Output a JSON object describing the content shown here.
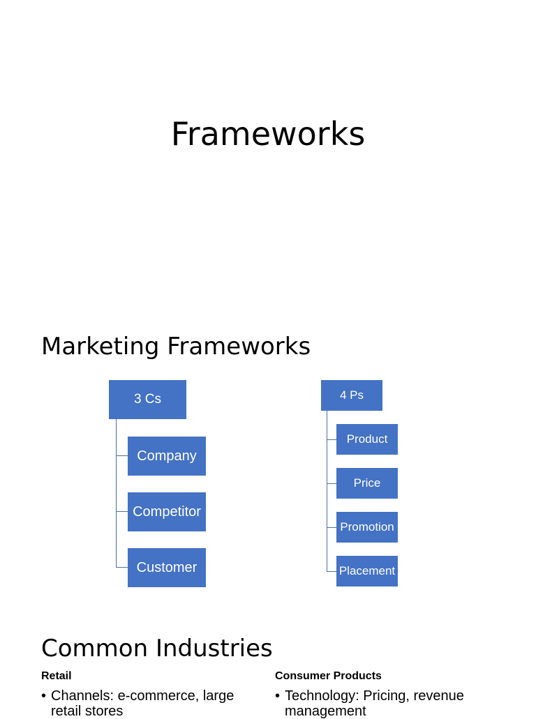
{
  "slide1": {
    "title": "Frameworks"
  },
  "slide2": {
    "title": "Marketing Frameworks",
    "three_cs": {
      "root": "3 Cs",
      "children": [
        "Company",
        "Competitor",
        "Customer"
      ]
    },
    "four_ps": {
      "root": "4 Ps",
      "children": [
        "Product",
        "Price",
        "Promotion",
        "Placement"
      ]
    },
    "box_color": "#4472c4"
  },
  "slide3": {
    "title": "Common Industries",
    "columns": [
      {
        "heading": "Retail",
        "bullets": [
          "Channels: e-commerce, large retail stores"
        ]
      },
      {
        "heading": "Consumer Products",
        "bullets": [
          "Technology: Pricing, revenue management"
        ]
      }
    ]
  }
}
